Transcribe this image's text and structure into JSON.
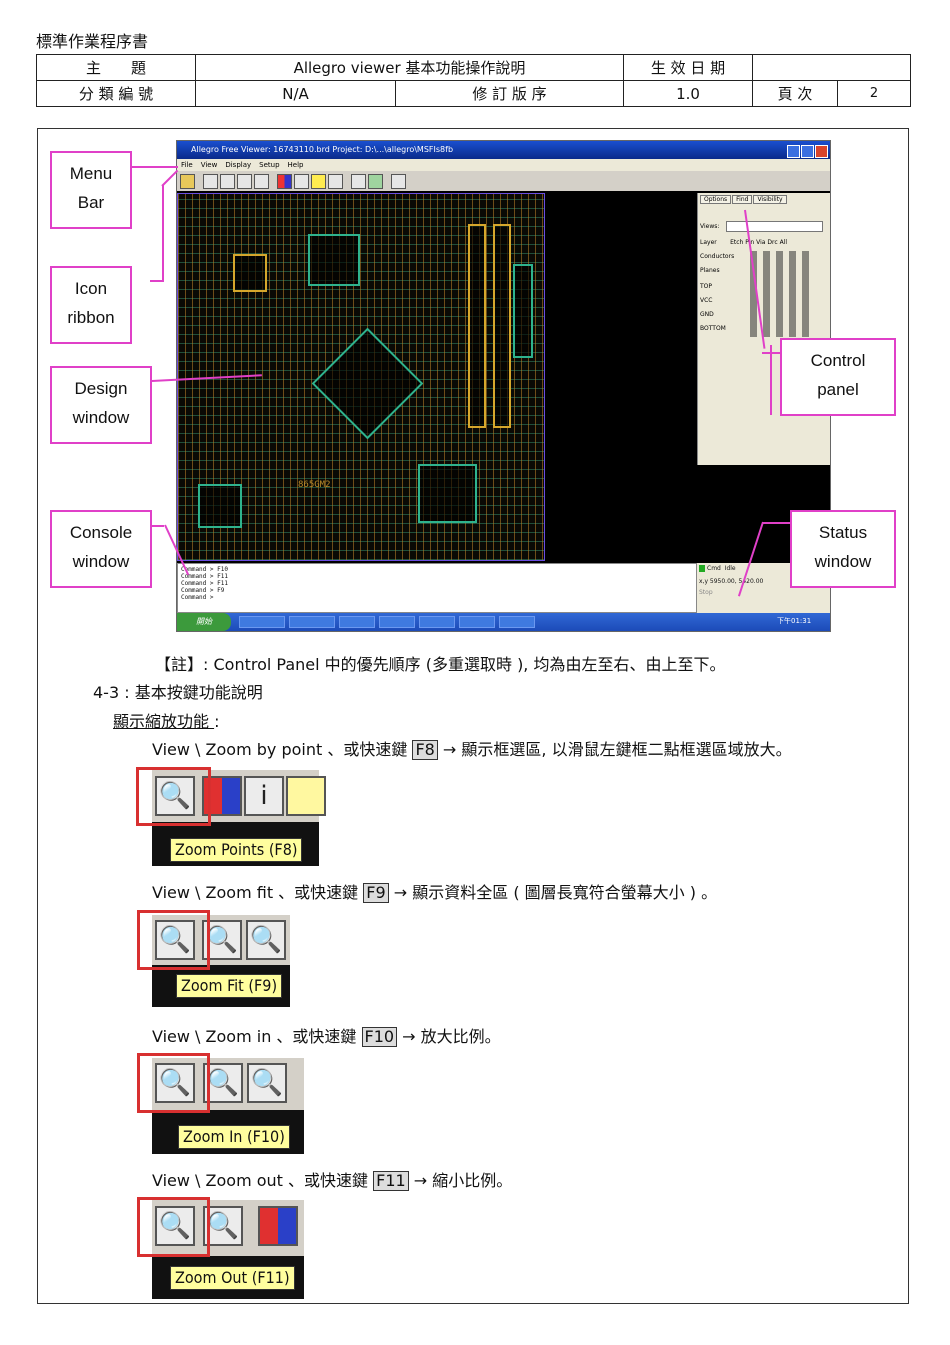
{
  "document": {
    "title": "標準作業程序書"
  },
  "header": {
    "subject_label": "主　　題",
    "subject_value": "Allegro viewer  基本功能操作說明",
    "effective_label": "生 效 日 期",
    "effective_value": "",
    "class_label": "分 類 編 號",
    "class_value": "N/A",
    "revision_label": "修 訂 版 序",
    "revision_value": "1.0",
    "page_label": "頁 次",
    "page_value": "2"
  },
  "screenshot": {
    "title": "Allegro Free Viewer: 16743110.brd  Project: D:\\...\\allegro\\MSFIs8fb",
    "menus": [
      "File",
      "View",
      "Display",
      "Setup",
      "Help"
    ],
    "board_label": "865GM2",
    "control_tabs": [
      "Options",
      "Find",
      "Visibility"
    ],
    "views_label": "Views:",
    "layer_header": [
      "Layer",
      "Etch",
      "Pin",
      "Via",
      "Drc",
      "All"
    ],
    "layer_rows": [
      "Conductors",
      "Planes",
      "TOP",
      "VCC",
      "GND",
      "BOTTOM"
    ],
    "console_lines": [
      "Command > F10",
      "Command > F11",
      "Command > F11",
      "Command > F9",
      "Command >"
    ],
    "status_labels": [
      "Cmd",
      "Idle"
    ],
    "coordinates": "x,y  5950.00, 5420.00",
    "stop_label": "Stop",
    "start_label": "開始",
    "clock": "下午01:31"
  },
  "callouts": {
    "menu_bar": [
      "Menu",
      "Bar"
    ],
    "icon_ribbon": [
      "Icon",
      "ribbon"
    ],
    "design_window": [
      "Design",
      "window"
    ],
    "console_window": [
      "Console",
      "window"
    ],
    "control_panel": [
      "Control",
      "panel"
    ],
    "status_window": [
      "Status",
      "window"
    ]
  },
  "note": "【註】: Control Panel  中的優先順序 (多重選取時 ),  均為由左至右、由上至下。",
  "section_heading": "4-3 :  基本按鍵功能說明",
  "subsection_heading": "顯示縮放功能 ",
  "subsection_colon": ":",
  "zoom_items": [
    {
      "prefix": "View \\ Zoom by point  、或快速鍵 ",
      "key": "F8",
      "suffix": " →  顯示框選區,  以滑鼠左鍵框二點框選區域放大。",
      "tooltip": "Zoom Points (F8)"
    },
    {
      "prefix": "View \\ Zoom fit  、或快速鍵 ",
      "key": "F9",
      "suffix": " →  顯示資料全區 ( 圖層長寬符合螢幕大小  ) 。",
      "tooltip": "Zoom Fit (F9)"
    },
    {
      "prefix": "View \\ Zoom in  、或快速鍵 ",
      "key": "F10",
      "suffix": " →  放大比例。",
      "tooltip": "Zoom In (F10)"
    },
    {
      "prefix": "View \\ Zoom out  、或快速鍵 ",
      "key": "F11",
      "suffix": " →  縮小比例。",
      "tooltip": "Zoom Out (F11)"
    }
  ]
}
